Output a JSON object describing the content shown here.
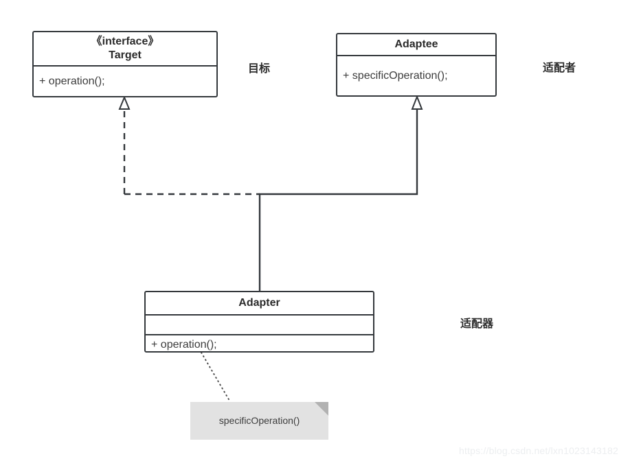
{
  "diagram": {
    "title": "Adapter Pattern Class Diagram",
    "stroke_color": "#33373b",
    "note_fill": "#e2e2e2",
    "note_fold_color": "#b2b2b2",
    "background": "#ffffff"
  },
  "classes": {
    "target": {
      "stereotype": "《interface》",
      "name": "Target",
      "members": [
        "+ operation();"
      ]
    },
    "adaptee": {
      "name": "Adaptee",
      "members": [
        "+ specificOperation();"
      ]
    },
    "adapter": {
      "name": "Adapter",
      "attributes": "",
      "members": [
        "+ operation();"
      ]
    }
  },
  "note": {
    "text": "specificOperation()"
  },
  "annotations": {
    "target_label": "目标",
    "adaptee_label": "适配者",
    "adapter_label": "适配器"
  },
  "relations": [
    {
      "name": "realization",
      "from": "Adapter",
      "to": "Target",
      "line_style": "dashed",
      "arrow": "hollow-triangle"
    },
    {
      "name": "generalization",
      "from": "Adapter",
      "to": "Adaptee",
      "line_style": "solid",
      "arrow": "hollow-triangle"
    },
    {
      "name": "note-link",
      "from": "Adapter",
      "to": "note",
      "line_style": "dotted",
      "arrow": "none"
    }
  ],
  "watermark": {
    "text": "https://blog.csdn.net/lxn1023143182"
  }
}
